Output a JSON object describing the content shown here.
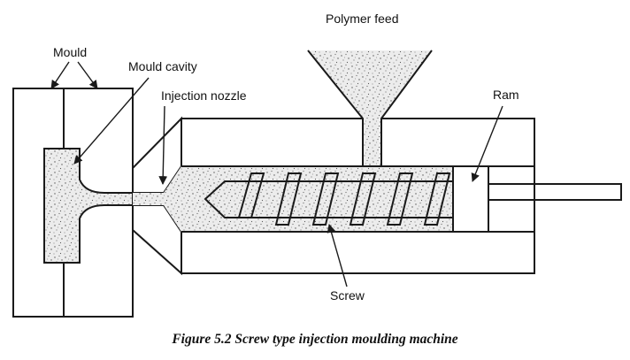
{
  "labels": {
    "mould": "Mould",
    "mould_cavity": "Mould cavity",
    "injection_nozzle": "Injection nozzle",
    "polymer_feed": "Polymer feed",
    "ram": "Ram",
    "screw": "Screw"
  },
  "caption": "Figure 5.2 Screw type injection moulding machine",
  "colors": {
    "ink": "#1a1a1a",
    "paper": "#ffffff",
    "polymer_fill": "#e4e4e4"
  }
}
